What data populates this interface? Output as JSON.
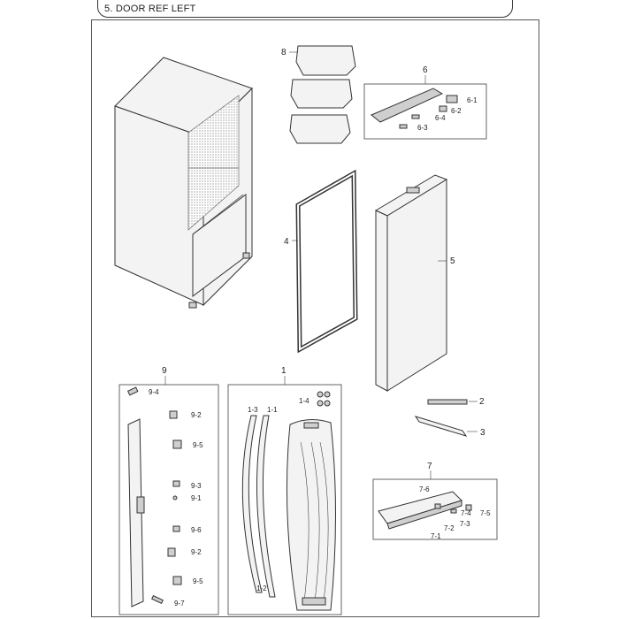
{
  "header": {
    "title": "5. DOOR REF LEFT"
  },
  "labels": {
    "p8": "8",
    "p6": "6",
    "p6_1": "6-1",
    "p6_2": "6-2",
    "p6_3": "6-3",
    "p6_4": "6-4",
    "p4": "4",
    "p5": "5",
    "p9": "9",
    "p9_4": "9-4",
    "p9_2a": "9-2",
    "p9_5a": "9-5",
    "p9_3": "9-3",
    "p9_1": "9-1",
    "p9_6": "9-6",
    "p9_2b": "9-2",
    "p9_5b": "9-5",
    "p9_7": "9-7",
    "p1": "1",
    "p1_3": "1-3",
    "p1_1": "1-1",
    "p1_4": "1-4",
    "p1_2": "1-2",
    "p2": "2",
    "p3": "3",
    "p7": "7",
    "p7_6": "7-6",
    "p7_4": "7-4",
    "p7_5": "7-5",
    "p7_3": "7-3",
    "p7_2": "7-2",
    "p7_1": "7-1"
  }
}
